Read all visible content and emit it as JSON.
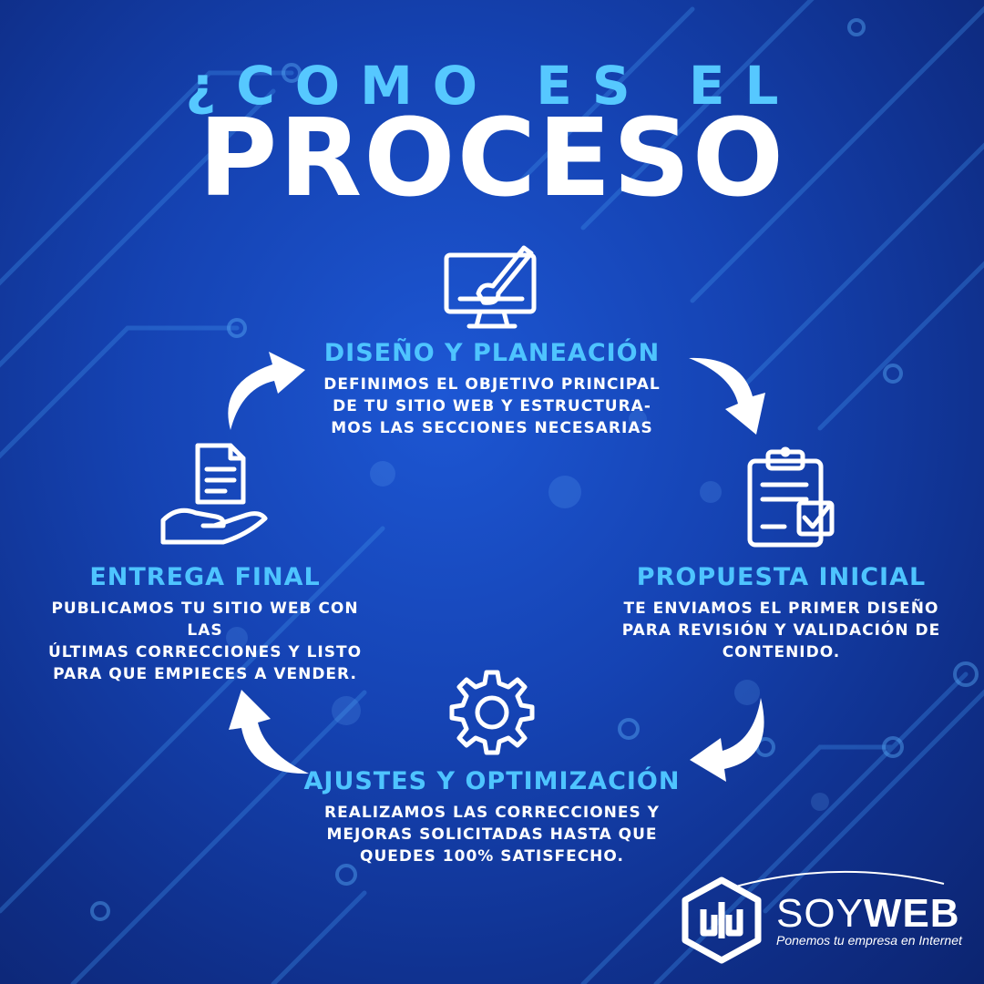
{
  "title": {
    "line1": "¿COMO ES EL",
    "line2": "PROCESO"
  },
  "steps": [
    {
      "title": "DISEÑO Y PLANEACIÓN",
      "description": "DEFINIMOS EL OBJETIVO PRINCIPAL\nDE TU SITIO WEB Y ESTRUCTURA-\nMOS LAS SECCIONES NECESARIAS",
      "icon": "monitor-brush-icon"
    },
    {
      "title": "PROPUESTA INICIAL",
      "description": "TE ENVIAMOS EL PRIMER DISEÑO\nPARA REVISIÓN Y VALIDACIÓN DE\nCONTENIDO.",
      "icon": "clipboard-check-icon"
    },
    {
      "title": "AJUSTES Y OPTIMIZACIÓN",
      "description": "REALIZAMOS LAS CORRECCIONES Y\nMEJORAS SOLICITADAS HASTA QUE\nQUEDES 100% SATISFECHO.",
      "icon": "gear-icon"
    },
    {
      "title": "ENTREGA FINAL",
      "description": "PUBLICAMOS TU SITIO WEB CON LAS\nÚLTIMAS CORRECCIONES Y LISTO\nPARA QUE EMPIECES A VENDER.",
      "icon": "hand-document-icon"
    }
  ],
  "logo": {
    "name_part1": "SOY",
    "name_part2": "WEB",
    "tagline": "Ponemos tu empresa en Internet"
  },
  "colors": {
    "accent": "#4ec4ff",
    "background": "#1543b3",
    "text": "#ffffff"
  }
}
